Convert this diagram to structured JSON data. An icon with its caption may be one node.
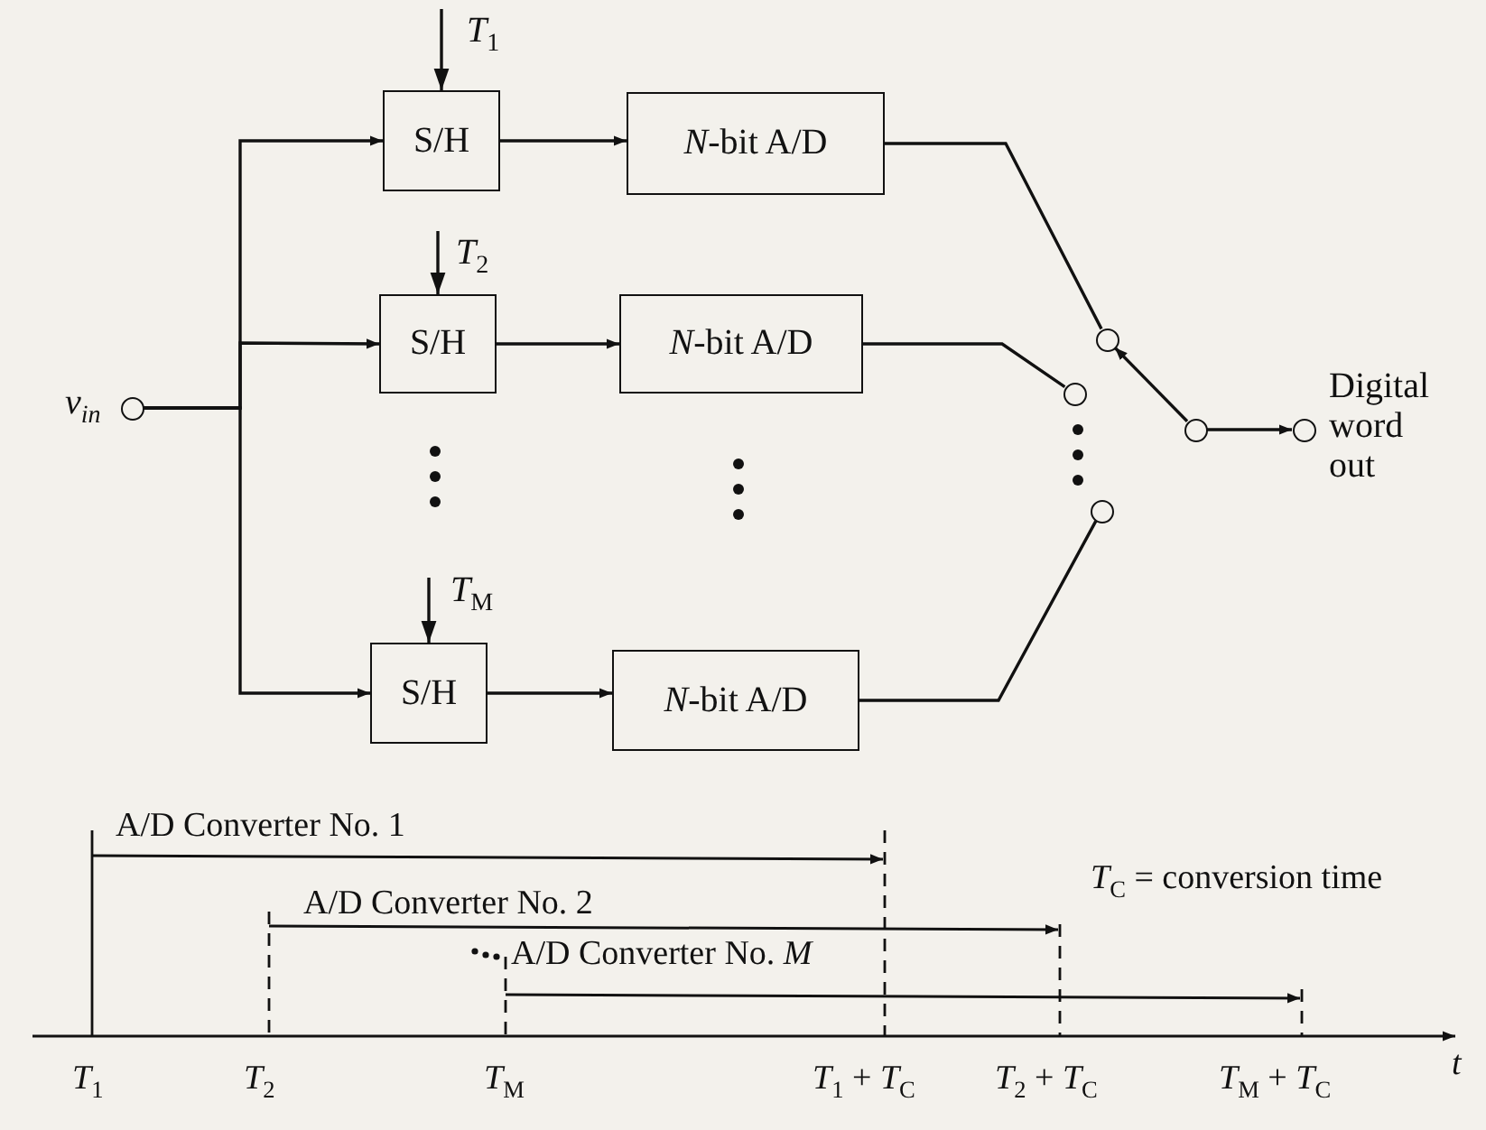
{
  "diagram": {
    "nodes": [
      {
        "text": [
          "v$_{in}$"
        ]
      },
      {
        "text": [
          "S/H"
        ]
      },
      {
        "text": [
          "*N*-bit A/D"
        ]
      },
      {
        "text": [
          "S/H"
        ]
      },
      {
        "text": [
          "*N*-bit A/D"
        ]
      },
      {
        "text": [
          "S/H"
        ]
      },
      {
        "text": [
          "*N*-bit A/D"
        ]
      },
      {
        "text": [],
        "shape": "circle"
      },
      {
        "text": [],
        "shape": "circle"
      },
      {
        "text": [],
        "shape": "circle"
      },
      {
        "text": [],
        "shape": "circle"
      },
      {
        "text": [
          "Digital word out"
        ]
      }
    ],
    "edges": [
      {
        "from": null,
        "to": 1,
        "arrow": "to",
        "label": "*T*$_{1}$"
      },
      {
        "from": 0,
        "to": 1,
        "arrow": "to"
      },
      {
        "from": 0,
        "to": 3,
        "arrow": "to"
      },
      {
        "from": 0,
        "to": 5,
        "arrow": "to"
      },
      {
        "from": 1,
        "to": 2,
        "arrow": "to"
      },
      {
        "from": null,
        "to": 3,
        "arrow": "to",
        "label": "*T*$_{2}$"
      },
      {
        "from": 3,
        "to": 4,
        "arrow": "to"
      },
      {
        "from": null,
        "to": 5,
        "arrow": "to",
        "label": "*T*$_{M}$"
      },
      {
        "from": 5,
        "to": 6,
        "arrow": "to"
      },
      {
        "from": 2,
        "to": 7,
        "arrow": "none"
      },
      {
        "from": 4,
        "to": 8,
        "arrow": "none"
      },
      {
        "from": 6,
        "to": 9,
        "arrow": "none"
      },
      {
        "from": 10,
        "to": 7,
        "arrow": "to"
      },
      {
        "from": 10,
        "to": 11,
        "arrow": "to"
      }
    ],
    "labels": [
      "A/D Converter No. 1",
      "*T*$_{C}$ = conversion time",
      "A/D Converter No. 2",
      "A/D Converter No. *M*",
      "*T*$_{1}$",
      "*T*$_{2}$",
      "*T*$_{M}$",
      "*T*$_{1}$ + *T*$_{C}$",
      "*T*$_{2}$ + *T*$_{C}$",
      "*T*$_{M}$ + *T*$_{C}$",
      "*t*"
    ]
  }
}
